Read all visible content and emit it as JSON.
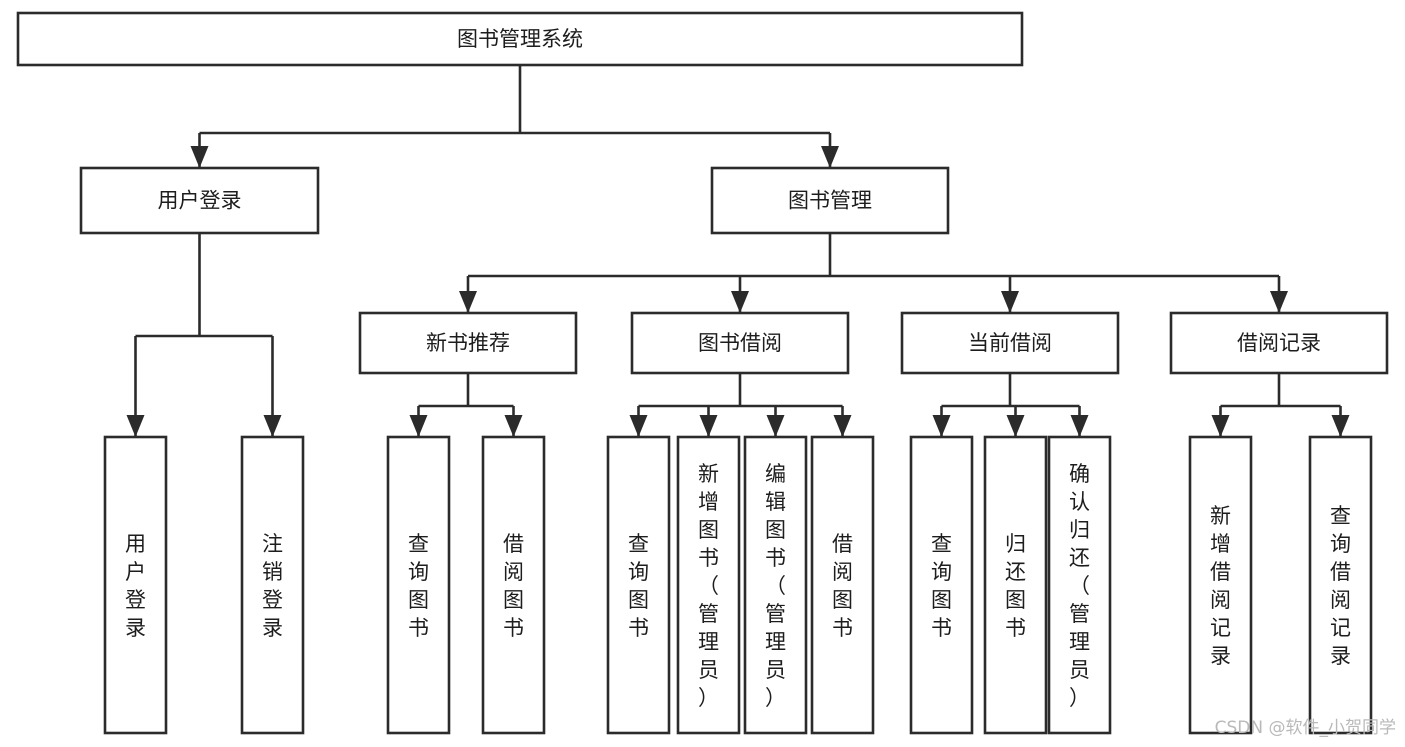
{
  "diagram": {
    "title": "图书管理系统",
    "type": "tree-hierarchy",
    "orientation": "top-down",
    "root": {
      "id": "root",
      "label": "图书管理系统",
      "text_orientation": "horizontal"
    },
    "level2": [
      {
        "id": "user-login",
        "label": "用户登录",
        "text_orientation": "horizontal"
      },
      {
        "id": "book-manage",
        "label": "图书管理",
        "text_orientation": "horizontal"
      }
    ],
    "level3": [
      {
        "id": "new-book-recommend",
        "label": "新书推荐",
        "parent": "book-manage",
        "text_orientation": "horizontal"
      },
      {
        "id": "book-borrow",
        "label": "图书借阅",
        "parent": "book-manage",
        "text_orientation": "horizontal"
      },
      {
        "id": "current-borrow",
        "label": "当前借阅",
        "parent": "book-manage",
        "text_orientation": "horizontal"
      },
      {
        "id": "borrow-record",
        "label": "借阅记录",
        "parent": "book-manage",
        "text_orientation": "horizontal"
      }
    ],
    "leaves": [
      {
        "id": "leaf-user-login",
        "parent": "user-login",
        "label": "用户登录",
        "lines": [
          "用",
          "户",
          "登",
          "录"
        ]
      },
      {
        "id": "leaf-logout",
        "parent": "user-login",
        "label": "注销登录",
        "lines": [
          "注",
          "销",
          "登",
          "录"
        ]
      },
      {
        "id": "leaf-query-book-1",
        "parent": "new-book-recommend",
        "label": "查询图书",
        "lines": [
          "查",
          "询",
          "图",
          "书"
        ]
      },
      {
        "id": "leaf-borrow-book-1",
        "parent": "new-book-recommend",
        "label": "借阅图书",
        "lines": [
          "借",
          "阅",
          "图",
          "书"
        ]
      },
      {
        "id": "leaf-query-book-2",
        "parent": "book-borrow",
        "label": "查询图书",
        "lines": [
          "查",
          "询",
          "图",
          "书"
        ]
      },
      {
        "id": "leaf-add-book",
        "parent": "book-borrow",
        "label": "新增图书（管理员）",
        "lines": [
          "新",
          "增",
          "图",
          "书",
          "（",
          "管",
          "理",
          "员",
          "）"
        ]
      },
      {
        "id": "leaf-edit-book",
        "parent": "book-borrow",
        "label": "编辑图书（管理员）",
        "lines": [
          "编",
          "辑",
          "图",
          "书",
          "（",
          "管",
          "理",
          "员",
          "）"
        ]
      },
      {
        "id": "leaf-borrow-book-2",
        "parent": "book-borrow",
        "label": "借阅图书",
        "lines": [
          "借",
          "阅",
          "图",
          "书"
        ]
      },
      {
        "id": "leaf-query-book-3",
        "parent": "current-borrow",
        "label": "查询图书",
        "lines": [
          "查",
          "询",
          "图",
          "书"
        ]
      },
      {
        "id": "leaf-return-book",
        "parent": "current-borrow",
        "label": "归还图书",
        "lines": [
          "归",
          "还",
          "图",
          "书"
        ]
      },
      {
        "id": "leaf-confirm-return",
        "parent": "current-borrow",
        "label": "确认归还（管理员）",
        "lines": [
          "确",
          "认",
          "归",
          "还",
          "（",
          "管",
          "理",
          "员",
          "）"
        ]
      },
      {
        "id": "leaf-add-record",
        "parent": "borrow-record",
        "label": "新增借阅记录",
        "lines": [
          "新",
          "增",
          "借",
          "阅",
          "记",
          "录"
        ]
      },
      {
        "id": "leaf-query-record",
        "parent": "borrow-record",
        "label": "查询借阅记录",
        "lines": [
          "查",
          "询",
          "借",
          "阅",
          "记",
          "录"
        ]
      }
    ],
    "colors": {
      "stroke": "#2b2b2b",
      "fill": "#ffffff",
      "text": "#1d1d1d",
      "watermark": "#b9b9b9",
      "background": "#ffffff"
    }
  },
  "watermark": {
    "text": "CSDN @软件_小贺同学"
  }
}
